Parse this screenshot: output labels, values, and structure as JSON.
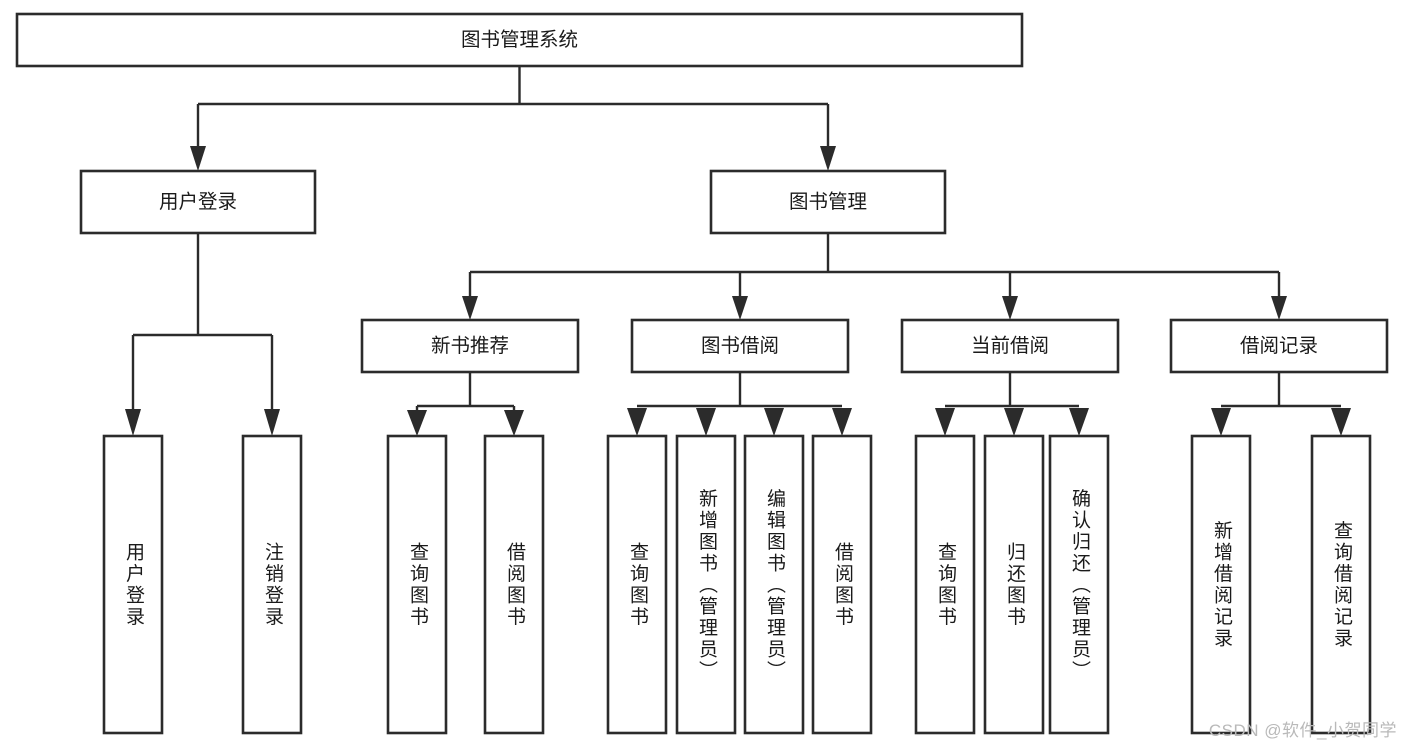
{
  "diagram": {
    "title": "图书管理系统",
    "type": "tree",
    "watermark": "CSDN @软件_小贺同学",
    "colors": {
      "stroke": "#2b2b2b",
      "fill": "#ffffff",
      "text": "#1a1a1a",
      "watermark": "#b9b9b9"
    },
    "nodes": {
      "root": {
        "label": "图书管理系统",
        "orientation": "horizontal"
      },
      "level2": [
        {
          "id": "user-login",
          "label": "用户登录",
          "orientation": "horizontal"
        },
        {
          "id": "book-manage",
          "label": "图书管理",
          "orientation": "horizontal"
        }
      ],
      "level3": [
        {
          "id": "new-book-recommend",
          "label": "新书推荐",
          "orientation": "horizontal"
        },
        {
          "id": "book-borrow",
          "label": "图书借阅",
          "orientation": "horizontal"
        },
        {
          "id": "current-borrow",
          "label": "当前借阅",
          "orientation": "horizontal"
        },
        {
          "id": "borrow-record",
          "label": "借阅记录",
          "orientation": "horizontal"
        }
      ],
      "leaves": {
        "user-login": [
          {
            "id": "leaf-user-login",
            "label": "用户登录",
            "orientation": "vertical"
          },
          {
            "id": "leaf-logout-login",
            "label": "注销登录",
            "orientation": "vertical"
          }
        ],
        "new-book-recommend": [
          {
            "id": "leaf-query-book-1",
            "label": "查询图书",
            "orientation": "vertical"
          },
          {
            "id": "leaf-borrow-book-1",
            "label": "借阅图书",
            "orientation": "vertical"
          }
        ],
        "book-borrow": [
          {
            "id": "leaf-query-book-2",
            "label": "查询图书",
            "orientation": "vertical"
          },
          {
            "id": "leaf-add-book",
            "label": "新增图书（管理员）",
            "orientation": "vertical"
          },
          {
            "id": "leaf-edit-book",
            "label": "编辑图书（管理员）",
            "orientation": "vertical"
          },
          {
            "id": "leaf-borrow-book-2",
            "label": "借阅图书",
            "orientation": "vertical"
          }
        ],
        "current-borrow": [
          {
            "id": "leaf-query-book-3",
            "label": "查询图书",
            "orientation": "vertical"
          },
          {
            "id": "leaf-return-book",
            "label": "归还图书",
            "orientation": "vertical"
          },
          {
            "id": "leaf-confirm-return",
            "label": "确认归还（管理员）",
            "orientation": "vertical"
          }
        ],
        "borrow-record": [
          {
            "id": "leaf-add-record",
            "label": "新增借阅记录",
            "orientation": "vertical"
          },
          {
            "id": "leaf-query-record",
            "label": "查询借阅记录",
            "orientation": "vertical"
          }
        ]
      }
    }
  }
}
